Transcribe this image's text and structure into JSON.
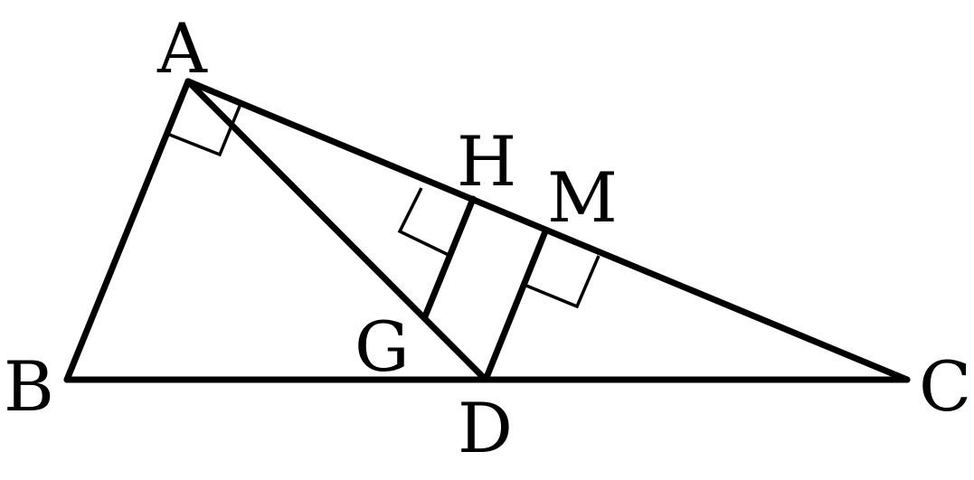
{
  "figure": {
    "labels": {
      "A": "A",
      "B": "B",
      "C": "C",
      "D": "D",
      "G": "G",
      "H": "H",
      "M": "M"
    },
    "segments": [
      "AB",
      "BC",
      "CA",
      "AD",
      "GH",
      "DM"
    ],
    "right_angles": [
      "BAC",
      "GHA",
      "DMC"
    ]
  }
}
